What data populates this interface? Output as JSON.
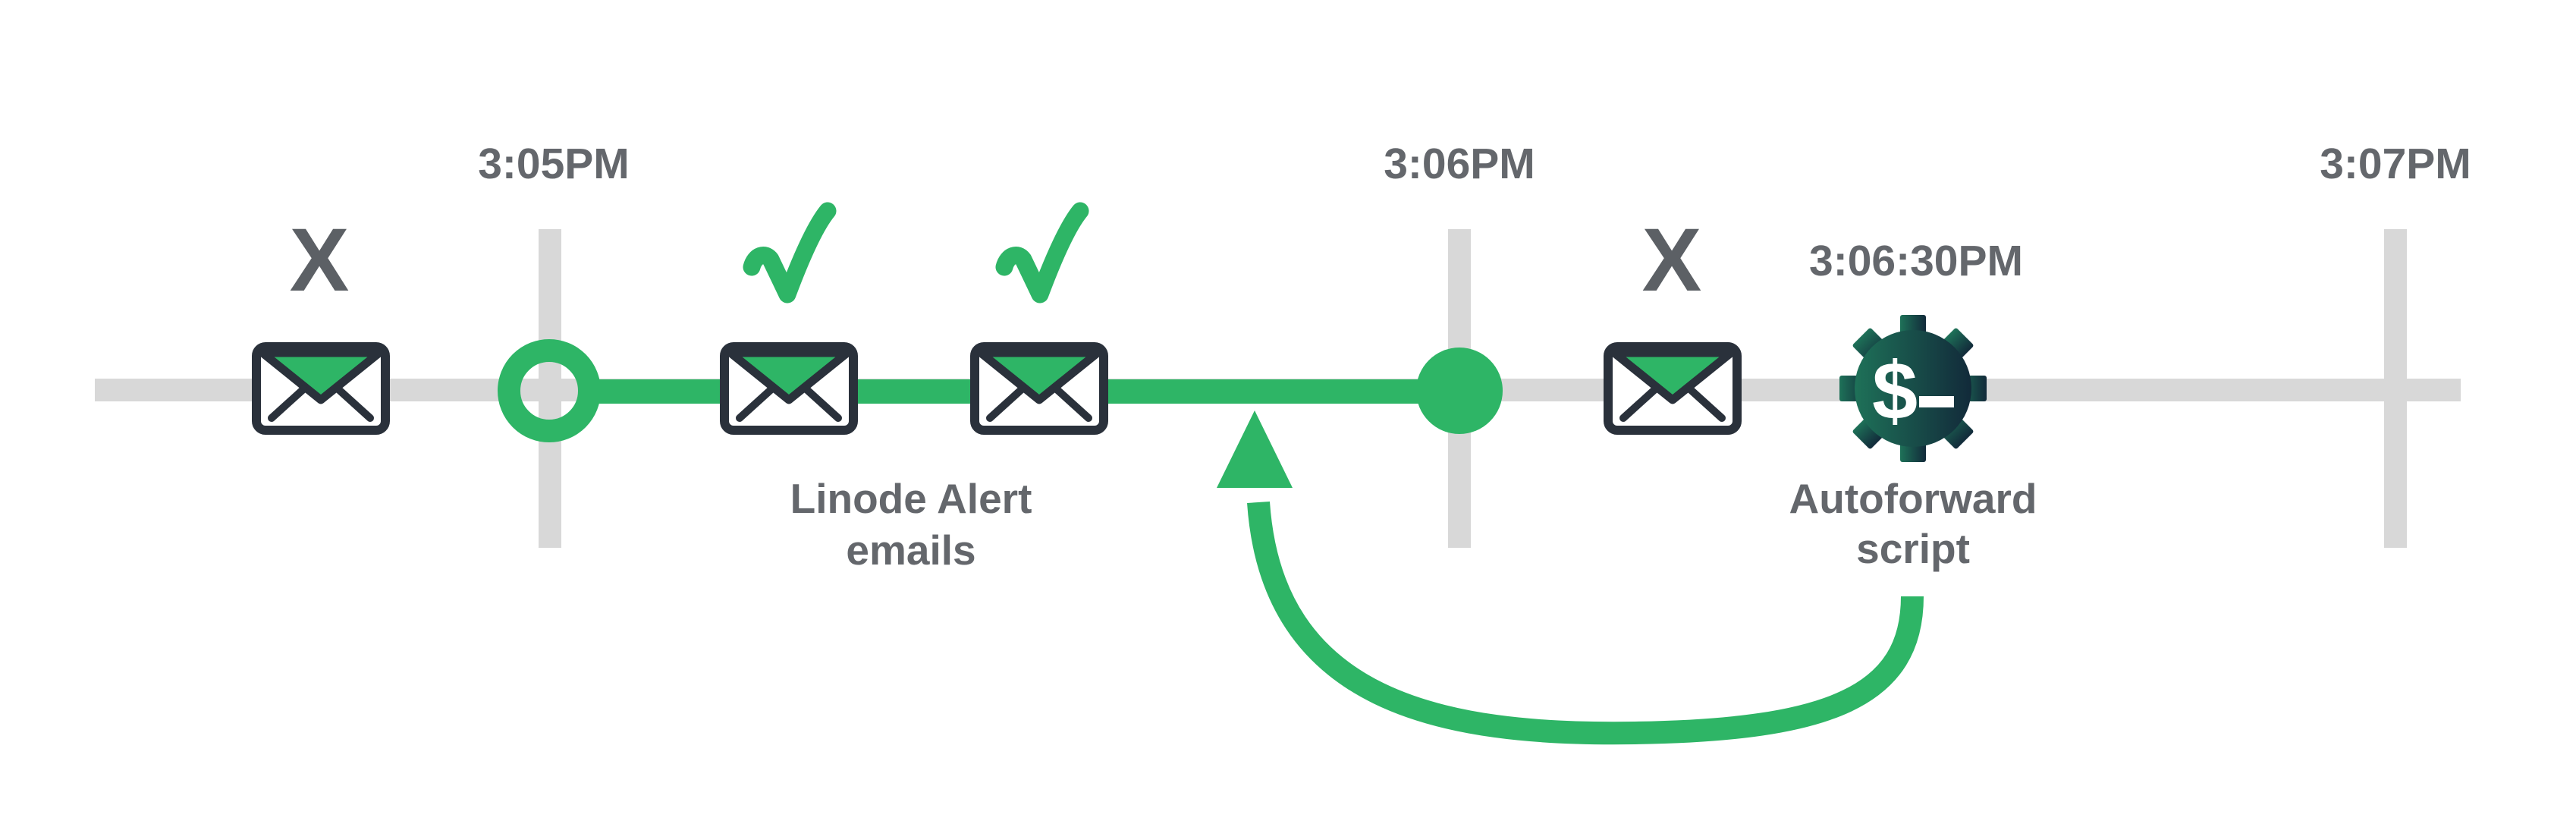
{
  "colors": {
    "green": "#2eb566",
    "track": "#d8d8d8",
    "outline": "#2a313b",
    "text": "#64676c",
    "xmark": "#5c6065",
    "gear_a": "#1e7158",
    "gear_b": "#122a3a"
  },
  "timeline": {
    "ticks": [
      {
        "label": "3:05PM"
      },
      {
        "label": "3:06PM"
      },
      {
        "label": "3:07PM"
      }
    ]
  },
  "events": {
    "missed_email_left": {
      "badge": "X"
    },
    "alert_emails": {
      "label_line1": "Linode Alert",
      "label_line2": "emails",
      "check_icons": 2
    },
    "missed_email_right": {
      "badge": "X"
    },
    "autoforward": {
      "time": "3:06:30PM",
      "label_line1": "Autoforward",
      "label_line2": "script",
      "terminal_glyph": "$"
    }
  }
}
